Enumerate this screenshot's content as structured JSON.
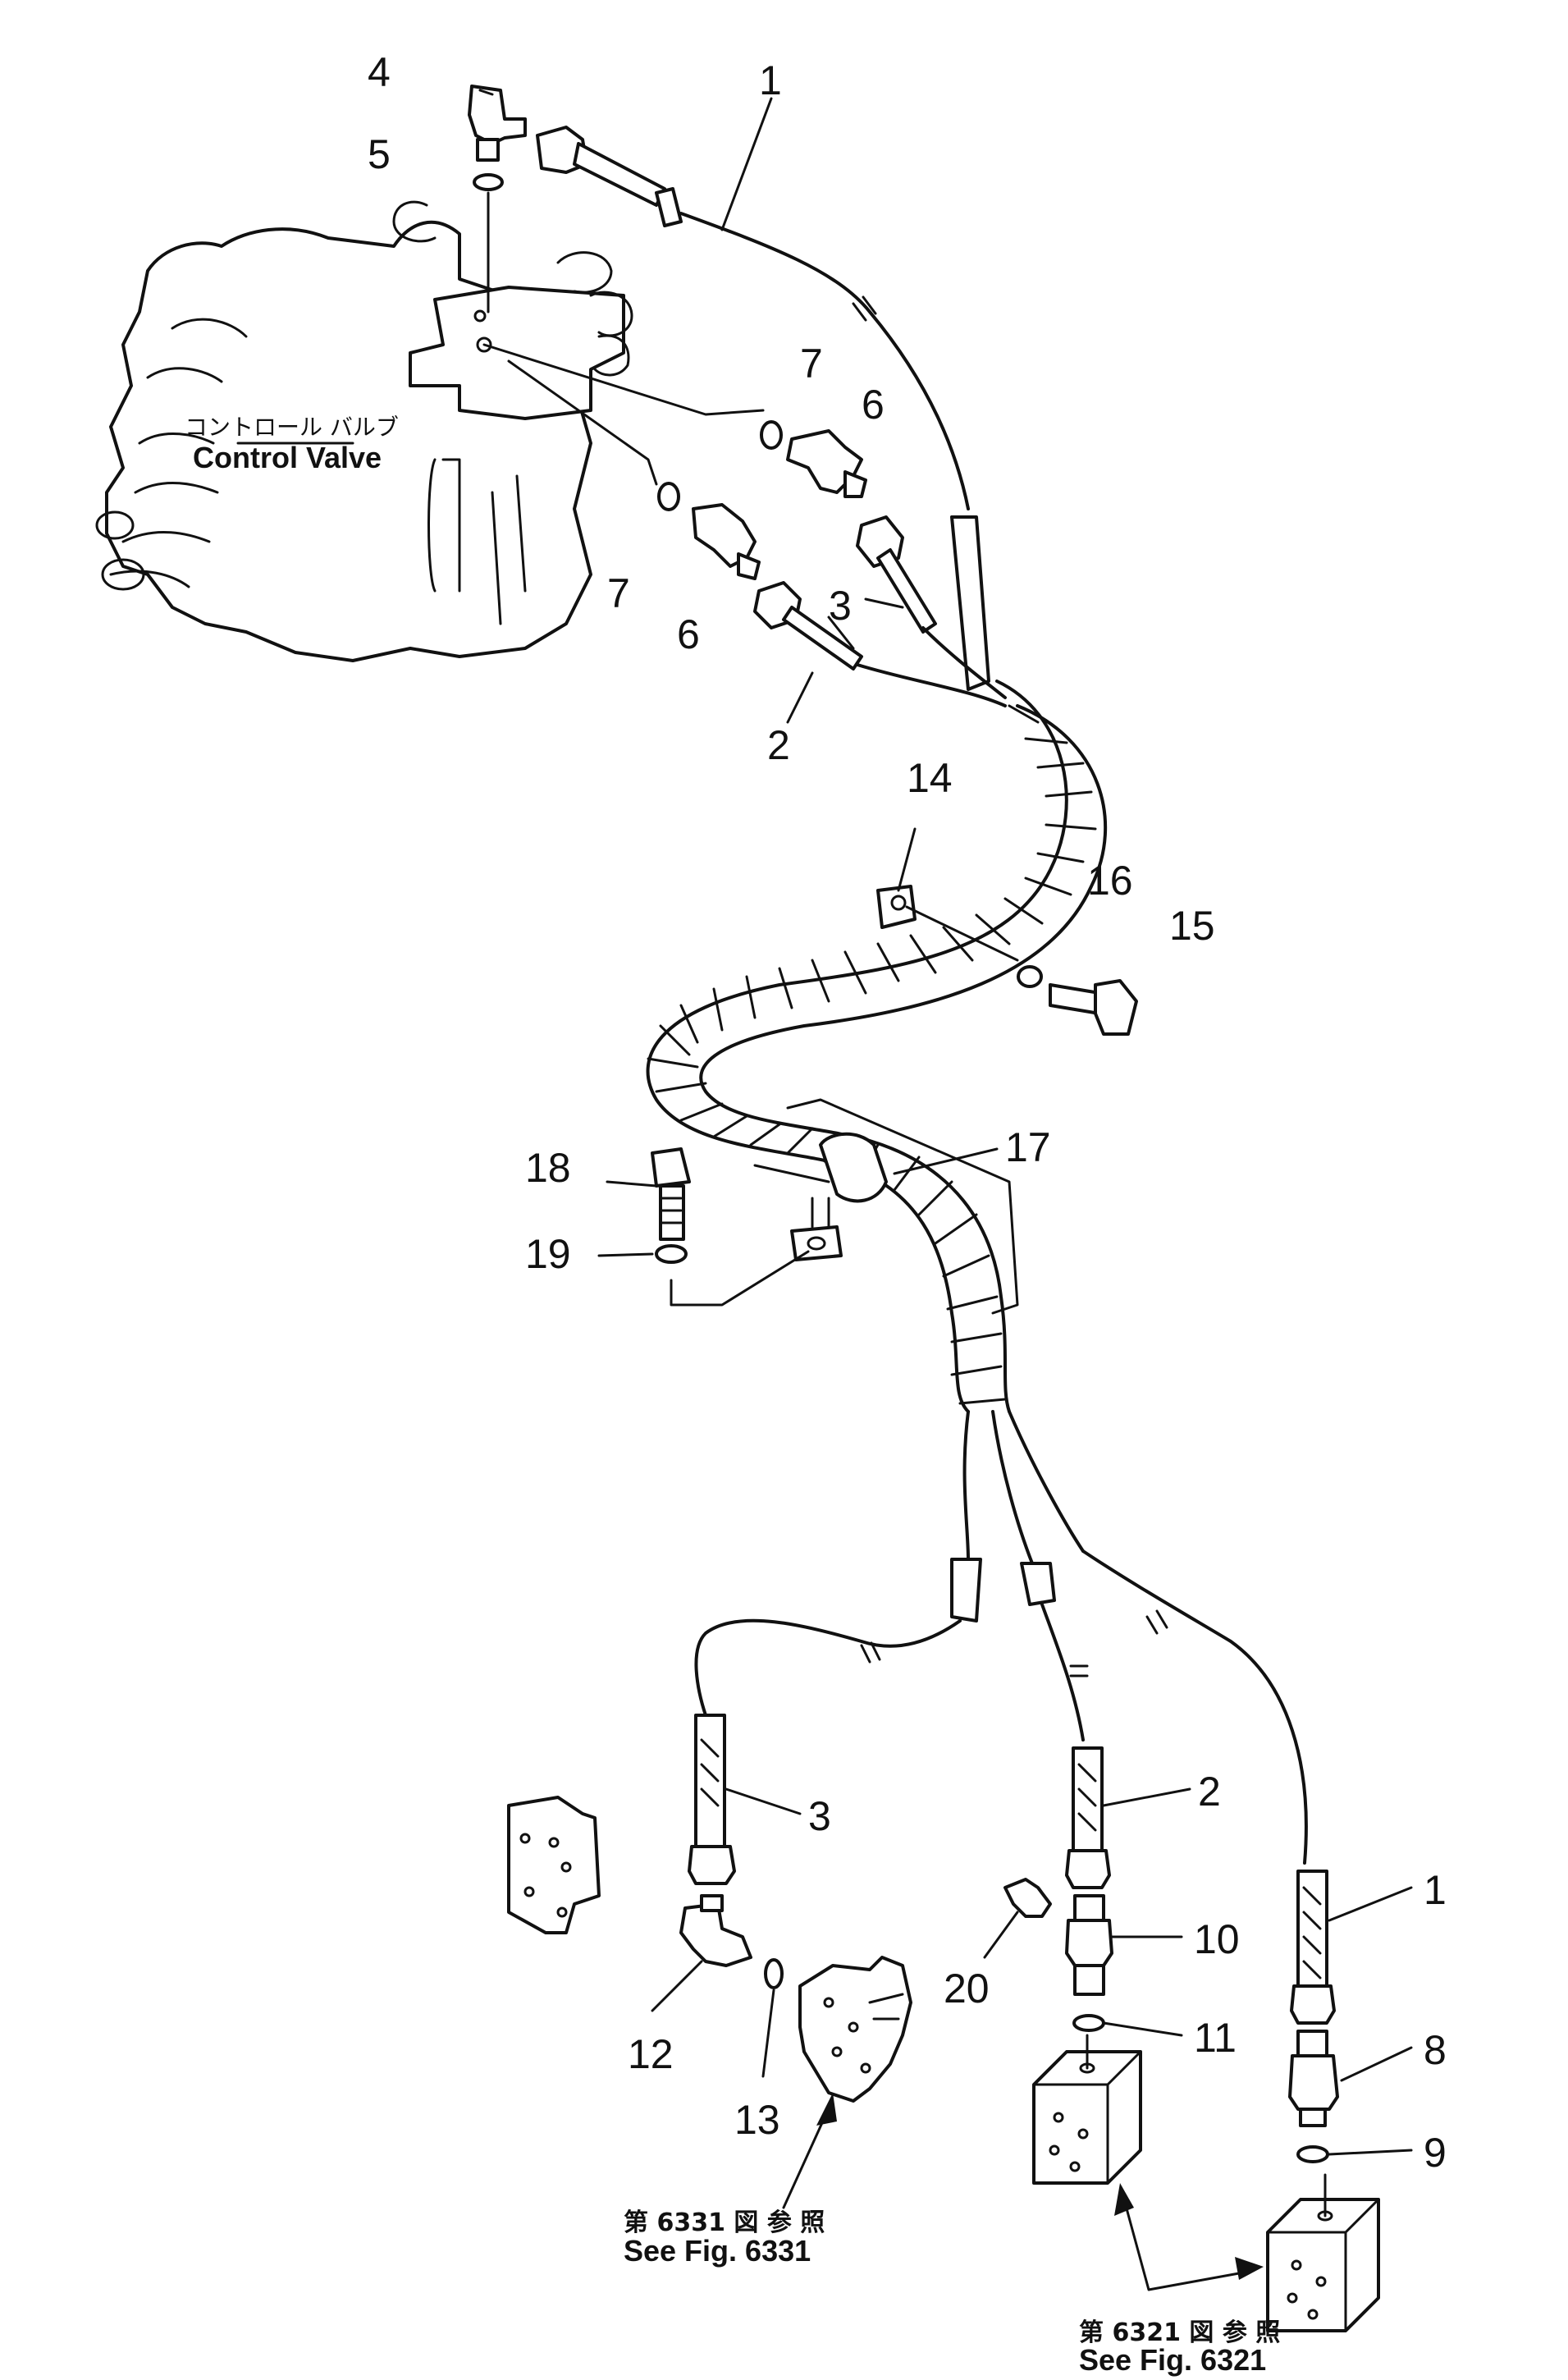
{
  "control_valve": {
    "label_jp": "コントロール バルブ",
    "label_en": "Control Valve"
  },
  "callouts": {
    "c1_top": "1",
    "c2_top": "2",
    "c3_top": "3",
    "c4": "4",
    "c5": "5",
    "c6_a": "6",
    "c6_b": "6",
    "c7_a": "7",
    "c7_b": "7",
    "c14": "14",
    "c15": "15",
    "c16": "16",
    "c17": "17",
    "c18": "18",
    "c19": "19",
    "c3_bottom": "3",
    "c2_bottom": "2",
    "c1_bottom": "1",
    "c10": "10",
    "c11": "11",
    "c12": "12",
    "c13": "13",
    "c20": "20",
    "c8": "8",
    "c9": "9"
  },
  "refs": {
    "fig6331_jp": "第 6331 図 参 照",
    "fig6331_en": "See Fig. 6331",
    "fig6321_jp": "第 6321 図 参 照",
    "fig6321_en": "See Fig. 6321"
  }
}
